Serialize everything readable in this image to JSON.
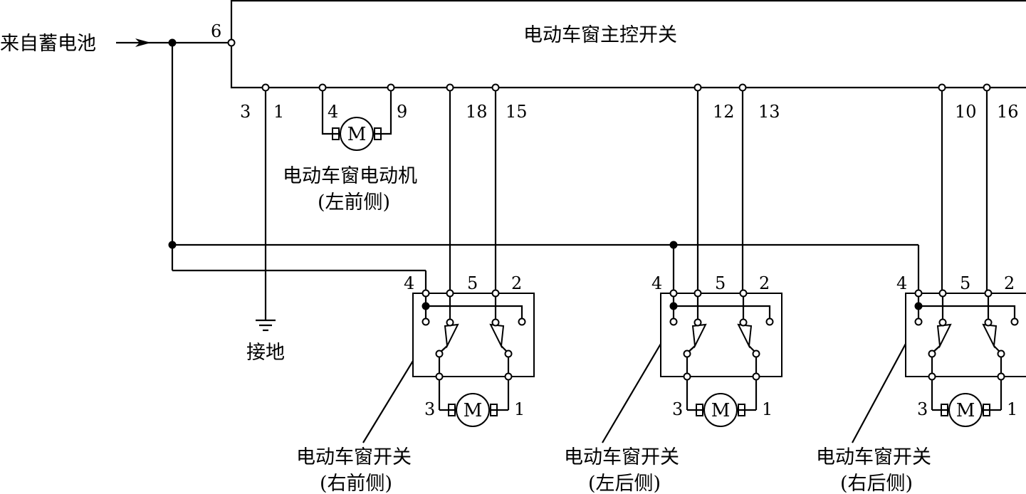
{
  "battery": {
    "label": "来自蓄电池"
  },
  "ground": {
    "label": "接地"
  },
  "master_switch": {
    "label": "电动车窗主控开关",
    "pins": {
      "p6": "6",
      "p3": "3",
      "p1": "1",
      "p4": "4",
      "p9": "9",
      "p18": "18",
      "p15": "15",
      "p12": "12",
      "p13": "13",
      "p10": "10",
      "p16": "16"
    }
  },
  "front_left_motor": {
    "symbol": "M",
    "label_line1": "电动车窗电动机",
    "label_line2": "(左前侧)"
  },
  "window_switches": [
    {
      "label_line1": "电动车窗开关",
      "label_line2": "(右前侧)",
      "pin4": "4",
      "pin5": "5",
      "pin2": "2",
      "motor_pin3": "3",
      "motor_pin1": "1",
      "motor_symbol": "M"
    },
    {
      "label_line1": "电动车窗开关",
      "label_line2": "(左后侧)",
      "pin4": "4",
      "pin5": "5",
      "pin2": "2",
      "motor_pin3": "3",
      "motor_pin1": "1",
      "motor_symbol": "M"
    },
    {
      "label_line1": "电动车窗开关",
      "label_line2": "(右后侧)",
      "pin4": "4",
      "pin5": "5",
      "pin2": "2",
      "motor_pin3": "3",
      "motor_pin1": "1",
      "motor_symbol": "M"
    }
  ]
}
